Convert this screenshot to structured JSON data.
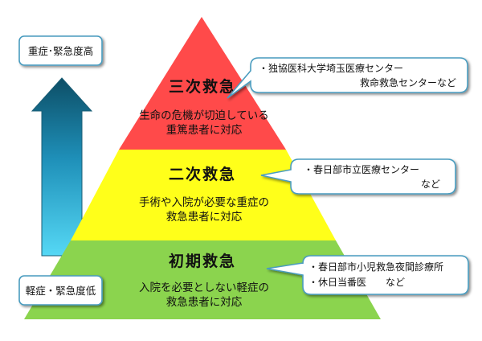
{
  "pyramid": {
    "tiers": [
      {
        "title": "三次救急",
        "desc": [
          "生命の危機が切迫している",
          "重篤患者に対応"
        ],
        "color": "#ff4a4a",
        "callout": [
          "・独協医科大学埼玉医療センター",
          "救命救急センターなど"
        ]
      },
      {
        "title": "二次救急",
        "desc": [
          "手術や入院が必要な重症の",
          "救急患者に対応"
        ],
        "color": "#ffff1a",
        "callout": [
          "・春日部市立医療センター",
          "など"
        ]
      },
      {
        "title": "初期救急",
        "desc": [
          "入院を必要としない軽症の",
          "救急患者に対応"
        ],
        "color": "#8bd44e",
        "callout": [
          "・春日部市小児救急夜間診療所",
          "・休日当番医　　など"
        ]
      }
    ]
  },
  "severity": {
    "high_label": "重症･緊急度高",
    "low_label": "軽症・緊急度低"
  }
}
